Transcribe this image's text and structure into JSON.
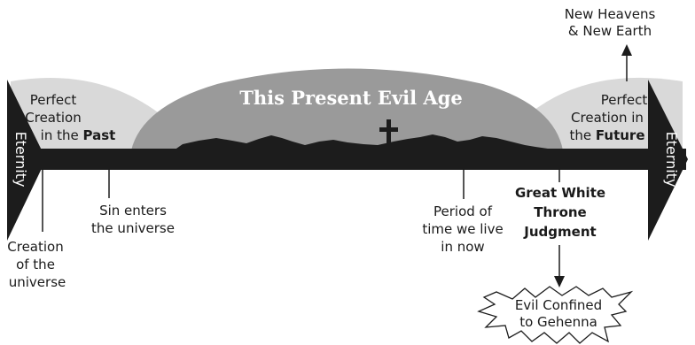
{
  "title": "This Present Evil Age",
  "eternity_left": "Eternity",
  "eternity_right": "Eternity",
  "perfect_past": {
    "line1": "Perfect",
    "line2": "Creation",
    "line3_prefix": "in the ",
    "line3_bold": "Past"
  },
  "perfect_future": {
    "line1": "Perfect",
    "line2": "Creation in",
    "line3_prefix": "the ",
    "line3_bold": "Future"
  },
  "new_heavens": {
    "line1": "New Heavens",
    "line2": "& New Earth"
  },
  "creation": {
    "line1": "Creation",
    "line2": "of the",
    "line3": "universe"
  },
  "sin_enters": {
    "line1": "Sin enters",
    "line2": "the universe"
  },
  "period": {
    "line1": "Period of",
    "line2": "time we live",
    "line3": "in now"
  },
  "judgment": {
    "line1": "Great White",
    "line2": "Throne",
    "line3": "Judgment"
  },
  "evil_confined": {
    "line1": "Evil Confined",
    "line2": "to Gehenna"
  },
  "colors": {
    "timeline": "#1c1c1c",
    "perfect_dome": "#d9d9d9",
    "evil_age_dome": "#9a9a9a"
  }
}
